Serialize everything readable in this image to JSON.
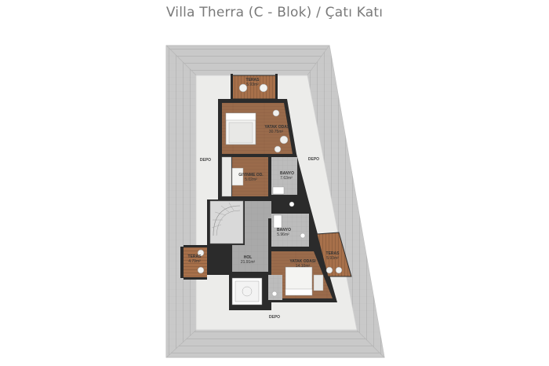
{
  "title": "Villa Therra (C - Blok) / Çatı Katı",
  "rooms": {
    "teras_top": {
      "name": "TERAS",
      "area": "5.93m²"
    },
    "yatak_odasi_1": {
      "name": "YATAK ODASI",
      "area": "30.75m²"
    },
    "depo_left": {
      "name": "DEPO"
    },
    "depo_right": {
      "name": "DEPO"
    },
    "depo_bottom": {
      "name": "DEPO"
    },
    "giyinme_odasi": {
      "name": "GIYINME OD.",
      "area": "5.02m²"
    },
    "banyo_1": {
      "name": "BANYO",
      "area": "7.63m²"
    },
    "banyo_2": {
      "name": "BANYO",
      "area": "5.96m²"
    },
    "teras_left": {
      "name": "TERAS",
      "area": "4.79m²"
    },
    "hol": {
      "name": "HOL",
      "area": "21.91m²"
    },
    "yatak_odasi_2": {
      "name": "YATAK ODASI",
      "area": "14.10m²"
    },
    "teras_right": {
      "name": "TERAS",
      "area": "5.93m²"
    }
  },
  "colors": {
    "roof": "#c9c9c9",
    "roof_lines": "#b3b3b3",
    "depo_floor": "#ececea",
    "wall": "#2b2b2b",
    "wood": "#9a6b4b",
    "wood_dark": "#7e5338",
    "hall_tile": "#a9a9a9",
    "bath_tile": "#bcbcbc",
    "title": "#7a7a7a"
  }
}
